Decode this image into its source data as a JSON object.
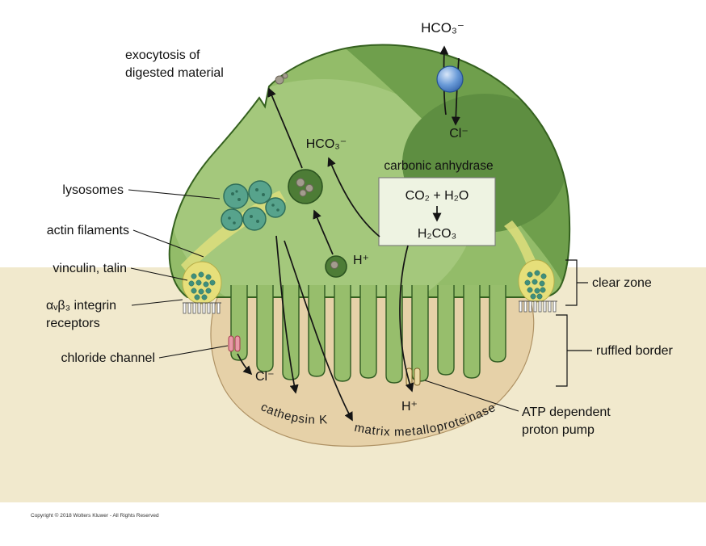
{
  "figure": {
    "title_semantic": "osteoclast bone resorption diagram",
    "copyright": "Copyright © 2018 Wolters Kluwer - All Rights Reserved",
    "labels": {
      "exocytosis1": "exocytosis of",
      "exocytosis2": "digested material",
      "lysosomes": "lysosomes",
      "actin": "actin filaments",
      "vinculin": "vinculin, talin",
      "integrin1": "αᵥβ₃ integrin",
      "integrin2": "receptors",
      "chloride": "chloride channel",
      "clear_zone": "clear zone",
      "ruffled": "ruffled border",
      "atp1": "ATP dependent",
      "atp2": "proton pump",
      "ca": "carbonic anhydrase",
      "cathepsin": "cathepsin K",
      "mmp": "matrix metalloproteinases"
    },
    "molecules": {
      "hco3_top": "HCO₃⁻",
      "cl_top": "Cl⁻",
      "hco3_in": "HCO₃⁻",
      "co2": "CO₂ + H₂O",
      "h2co3": "H₂CO₃",
      "h_in": "H⁺",
      "h_out": "H⁺",
      "cl_out": "Cl⁻"
    },
    "colors": {
      "bone": "#f1e9cd",
      "pit": "#e6d1a8",
      "pit_edge": "#ae9163",
      "cell_base": "#93bc69",
      "cell_light": "#a6c97e",
      "cell_dark": "#6f9f4c",
      "cell_darker": "#5e8e41",
      "cell_outline": "#35611f",
      "finger": "#97be6c",
      "lysosome": "#57a38c",
      "lysosome_edge": "#2f6e5a",
      "vesicle": "#4d7c36",
      "gray_matter": "#a39c8e",
      "actin_band": "#dede7c",
      "clear_zone_fill": "#e6df7a",
      "sphere_blue": "#4f86cc",
      "box_fill": "#eef3e2",
      "channel_pink": "#e89aa8",
      "pump_cream": "#ead9a4"
    }
  }
}
